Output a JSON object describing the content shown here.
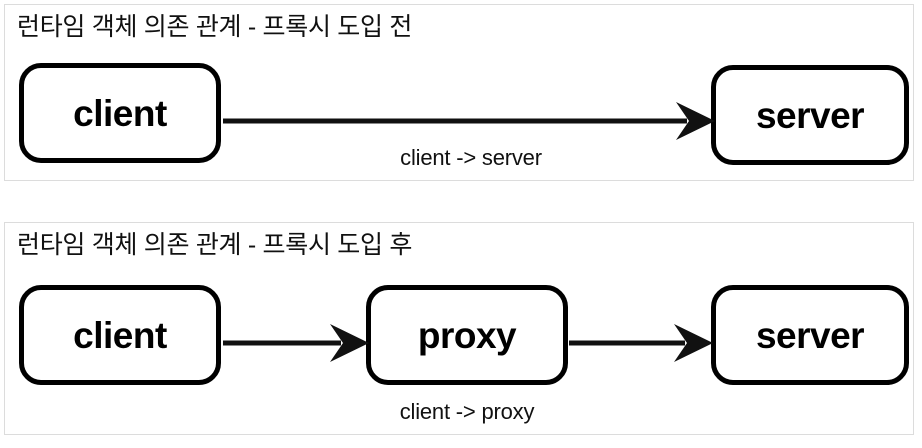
{
  "document": {
    "background": "#ffffff",
    "ink_color": "#111111",
    "panel_border_color": "#dcdcdc"
  },
  "panels": [
    {
      "id": "before",
      "title": "런타임 객체 의존 관계 - 프록시 도입 전",
      "nodes": [
        {
          "id": "client",
          "label": "client"
        },
        {
          "id": "server",
          "label": "server"
        }
      ],
      "edges": [
        {
          "id": "client-to-server",
          "label": "client -> server",
          "from": "client",
          "to": "server"
        }
      ]
    },
    {
      "id": "after",
      "title": "런타임 객체 의존 관계 - 프록시 도입 후",
      "nodes": [
        {
          "id": "client",
          "label": "client"
        },
        {
          "id": "proxy",
          "label": "proxy"
        },
        {
          "id": "server",
          "label": "server"
        }
      ],
      "edges": [
        {
          "id": "client-to-proxy",
          "label": "client -> proxy",
          "from": "client",
          "to": "proxy"
        },
        {
          "id": "proxy-to-server",
          "label": "",
          "from": "proxy",
          "to": "server"
        }
      ]
    }
  ]
}
